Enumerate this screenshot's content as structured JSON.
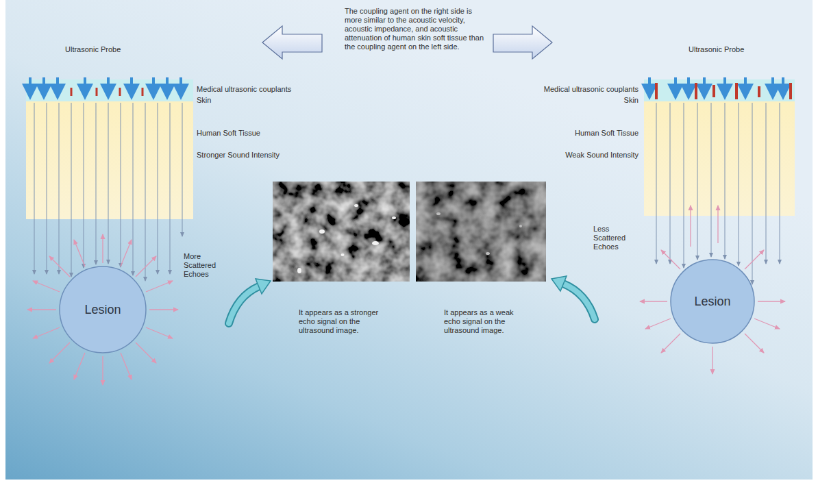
{
  "diagram": {
    "nodes": [
      {
        "text": [
          "Lesion"
        ]
      },
      {
        "text": [
          "Lesion"
        ]
      }
    ],
    "labels": [
      "Ultrasonic Probe",
      "Medical ultrasonic couplants",
      "Skin",
      "Human Soft Tissue",
      "Stronger Sound Intensity",
      "The coupling agent on the right side is more similar to the acoustic velocity, acoustic impedance, and acoustic attenuation of human skin soft tissue than the coupling agent on the left side.",
      "Ultrasonic Probe",
      "Medical ultrasonic couplants",
      "Skin",
      "Human Soft Tissue",
      "Weak Sound Intensity",
      "More Scattered Echoes",
      "It appears as a stronger echo signal on the ultrasound image.",
      "It appears as a weak echo signal on the ultrasound image.",
      "Less Scattered Echoes"
    ]
  }
}
